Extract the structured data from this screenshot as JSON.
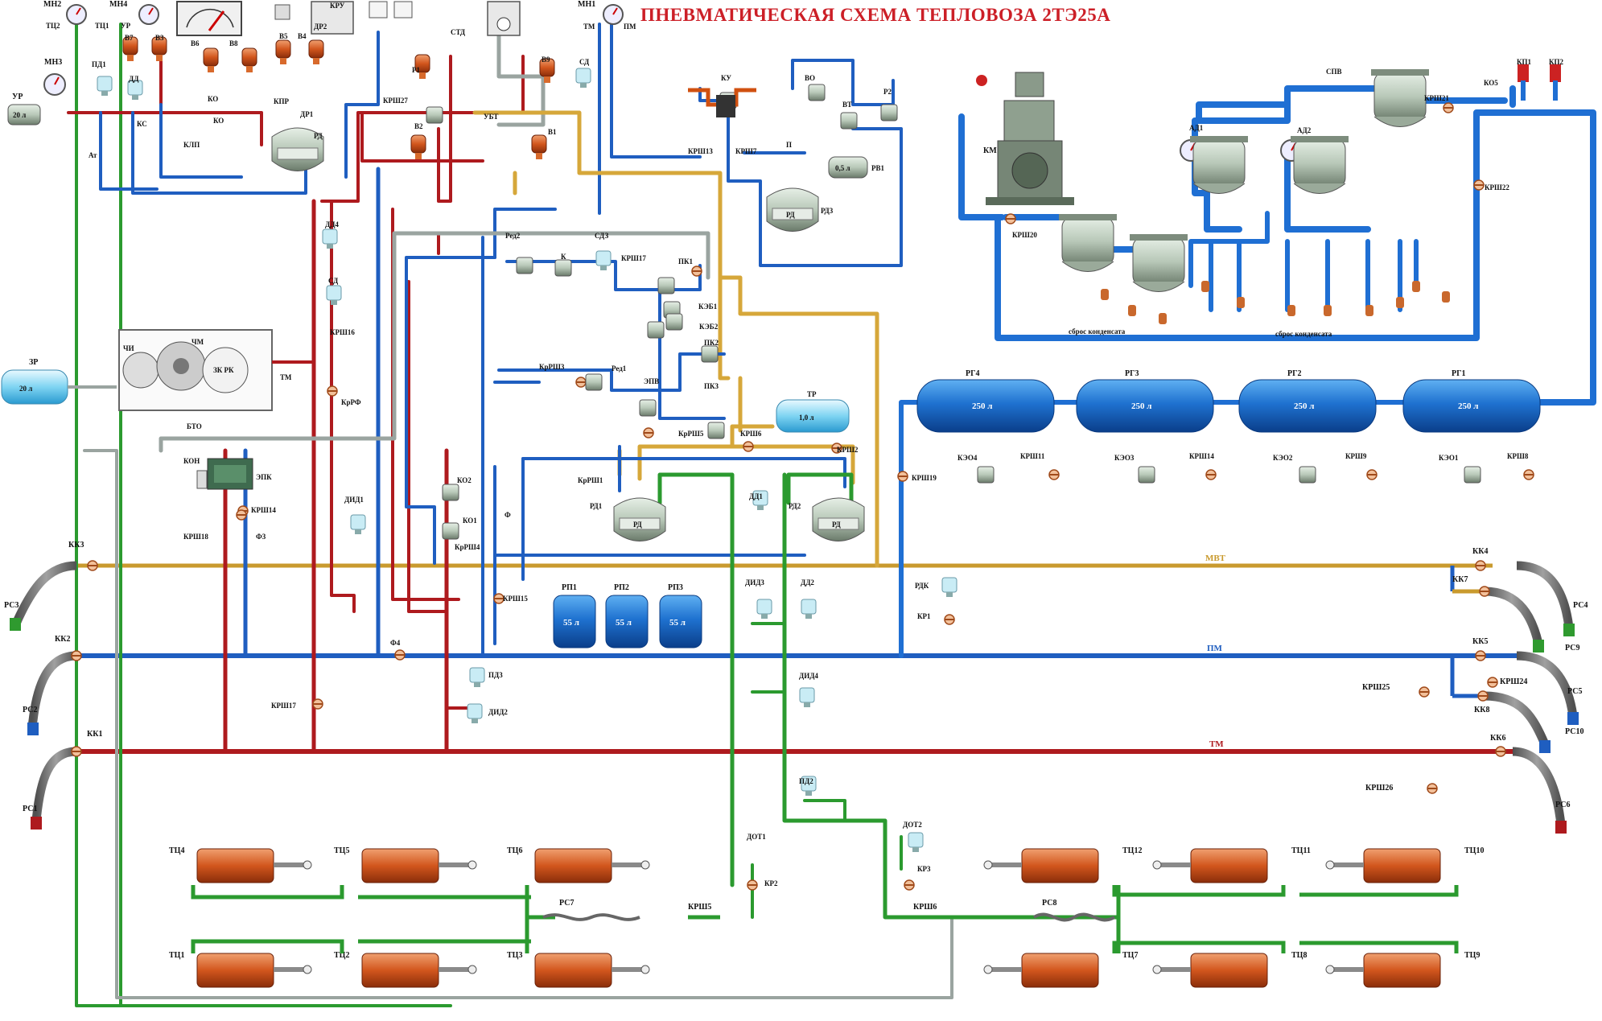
{
  "title": "ПНЕВМАТИЧЕСКАЯ СХЕМА  ТЕПЛОВОЗА 2ТЭ25А",
  "lines": {
    "mvt": "МВТ",
    "pm": "ПМ",
    "tm": "ТМ"
  },
  "colors": {
    "pm_line": "#1f63c6",
    "tm_line": "#b3191f",
    "mvt_line": "#d6a73a",
    "tc_line": "#2b9a2f",
    "gray_line": "#9aa4a0",
    "cylinder": "#d86a2c",
    "reservoir": "#1a73d0",
    "title": "#cc1f27"
  },
  "gauges": [
    {
      "id": "mn2",
      "label": "МН2"
    },
    {
      "id": "mn4",
      "label": "МН4"
    },
    {
      "id": "mn1",
      "label": "МН1"
    },
    {
      "id": "mn3",
      "label": "МН3"
    }
  ],
  "top_labels": {
    "tc2": "ТЦ2",
    "tc1": "ТЦ1",
    "ur": "УР",
    "v7": "В7",
    "v3": "В3",
    "v6": "В6",
    "v8": "В8",
    "v5": "В5",
    "v4": "В4",
    "dr2": "ДР2",
    "kru": "КРУ",
    "std": "СТД",
    "r1": "Р1",
    "v9": "В9",
    "sd": "СД",
    "tm": "ТМ",
    "pm": "ПМ",
    "pd1": "ПД1",
    "dd": "ДД",
    "ko_top": "КО",
    "kpr": "КПР",
    "dr1": "ДР1",
    "kks": "КС",
    "at": "Ат",
    "klp": "КЛП",
    "ko_mid": "КО",
    "rd_top": "РД",
    "krsh27": "КРШ27",
    "ubt": "УБТ",
    "v2": "В2",
    "v1": "В1"
  },
  "mid_labels": {
    "ku": "КУ",
    "vo": "ВО",
    "r2": "Р2",
    "vt": "ВТ",
    "krsh13": "КРШ13",
    "krsh7": "КРШ7",
    "p": "П",
    "rv1": "РВ1",
    "rv1_vol": "0,5 л",
    "rd3": "РД3",
    "rd_inner": "РД",
    "dd4": "ДД4",
    "sd2": "СД",
    "krsh16": "КРШ16",
    "red2": "Ред2",
    "k": "К",
    "sd3": "СДЗ",
    "krsh17": "КРШ17",
    "pk1": "ПК1",
    "keb1": "КЭБ1",
    "keb2": "КЭБ2",
    "pk2": "ПК2",
    "krsh3": "КрРШ3",
    "red1": "Ред1",
    "epv": "ЭПВ",
    "pk3": "ПК3",
    "tr": "ТР",
    "tr_vol": "1,0 л",
    "krsh5": "КрРШ5",
    "krsh6": "КРШ6",
    "krsh2": "КРШ2",
    "krsh1": "КрРШ1",
    "rd1": "РД1",
    "rd2": "РД2",
    "ko2": "КО2",
    "ko1": "КО1",
    "f": "Ф",
    "krsh4": "КрРШ4",
    "krsh15": "КРШ15",
    "dd1": "ДД1",
    "did1": "ДИД1",
    "did3": "ДИД3",
    "dd2": "ДД2",
    "zr": "ЗР",
    "zr_vol": "20 л",
    "ur_vol": "20 л",
    "chi": "ЧИ",
    "chm": "ЧМ",
    "zkrk": "ЗК РК",
    "tm_rk": "ТМ",
    "bto": "БТО",
    "krf": "КрРФ",
    "kon": "КОН",
    "epk": "ЭПК",
    "krsh14": "КРШ14",
    "krsh18": "КРШ18",
    "f3": "Ф3",
    "f4": "Ф4",
    "pd3": "ПД3",
    "did2": "ДИД2",
    "krsh17b": "КРШ17",
    "did4": "ДИД4",
    "pd2": "ПД2",
    "rdk": "РДК",
    "kr1": "КР1",
    "krsh19": "КРШ19",
    "dot1": "ДОТ1",
    "kr2": "КР2",
    "dot2": "ДОТ2",
    "kr3": "КР3",
    "krsh5b": "КРШ5",
    "krsh6b": "КРШ6",
    "rs7": "РС7",
    "rs8": "РС8"
  },
  "right_labels": {
    "km": "КМ",
    "krsh20": "КРШ20",
    "spv": "СПВ",
    "ad1": "АД1",
    "ad2": "АД2",
    "krsh21": "КРШ21",
    "ko5": "КО5",
    "kp1": "КП1",
    "kp2": "КП2",
    "krsh22": "КРШ22",
    "cond1": "сброс конденсата",
    "cond2": "сброс конденсата",
    "keo4": "КЭО4",
    "krsh11": "КРШ11",
    "keo3": "КЭО3",
    "krsh14": "КРШ14",
    "keo2": "КЭО2",
    "krsh9": "КРШ9",
    "keo1": "КЭО1",
    "krsh8": "КРШ8"
  },
  "main_reservoirs": [
    {
      "label": "РГ4",
      "volume": "250 л"
    },
    {
      "label": "РГ3",
      "volume": "250 л"
    },
    {
      "label": "РГ2",
      "volume": "250 л"
    },
    {
      "label": "РГ1",
      "volume": "250 л"
    }
  ],
  "aux_reservoirs": [
    {
      "label": "РП1",
      "volume": "55 л"
    },
    {
      "label": "РП2",
      "volume": "55 л"
    },
    {
      "label": "РП3",
      "volume": "55 л"
    }
  ],
  "couplings": {
    "kk3": "КК3",
    "rs3": "РС3",
    "kk2": "КК2",
    "rs2": "РС2",
    "kk1": "КК1",
    "rs1": "РС1",
    "kk4": "КК4",
    "rs4": "РС4",
    "kk7": "КК7",
    "rs9": "РС9",
    "kk5": "КК5",
    "krsh24": "КРШ24",
    "rs5": "РС5",
    "kk8": "КК8",
    "krsh25": "КРШ25",
    "rs10": "РС10",
    "kk6": "КК6",
    "krsh26": "КРШ26",
    "rs6": "РС6"
  },
  "brake_cylinders": [
    "ТЦ4",
    "ТЦ5",
    "ТЦ6",
    "ТЦ1",
    "ТЦ2",
    "ТЦ3",
    "ТЦ12",
    "ТЦ11",
    "ТЦ10",
    "ТЦ7",
    "ТЦ8",
    "ТЦ9"
  ]
}
